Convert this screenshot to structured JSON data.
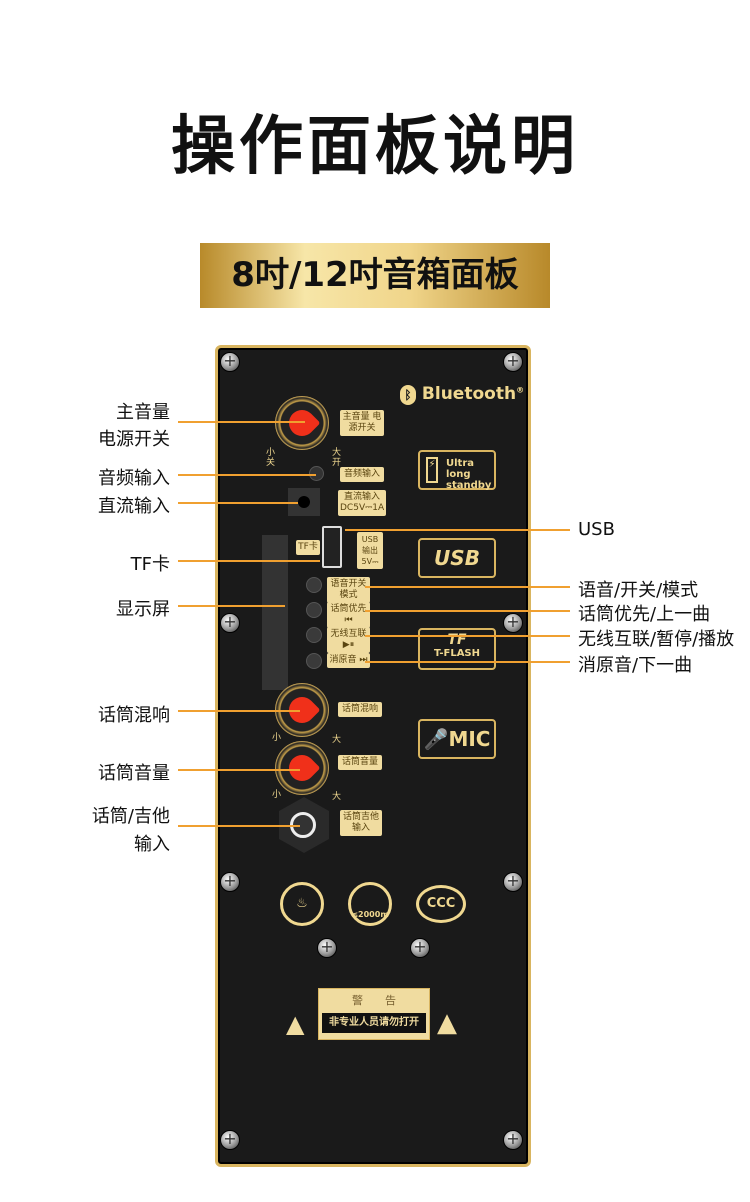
{
  "title": "操作面板说明",
  "subtitle": "8吋/12吋音箱面板",
  "panel": {
    "bluetooth": "Bluetooth",
    "bt_mark": "®",
    "knob_main_tag": "主音量 电源开关",
    "min_off": "小 关",
    "max_on": "大 开",
    "audio_in_tag": "音频输入",
    "dc_in_tag": "直流输入 DC5V⎓1A",
    "tf_tag": "TF卡",
    "usb_out_tag": "USB 输出 5V⎓",
    "btn_mode_tag": "语音开关 模式",
    "btn_prev_tag": "话筒优先 ⏮",
    "btn_play_tag": "无线互联 ▶⏸",
    "btn_next_tag": "消原音 ⏭",
    "standby": "Ultra long standby",
    "usb_logo": "USB",
    "tf_logo": "TF",
    "tf_flash": "T-FLASH",
    "mic_logo": "MIC",
    "reverb_tag": "话筒混响",
    "mic_vol_tag": "话筒音量",
    "mic_in_tag": "话筒吉他 输入",
    "small": "小",
    "big": "大",
    "altitude": "≤2000m",
    "ccc": "CCC",
    "warning_title": "警　　告",
    "warning_text": "非专业人员请勿打开"
  },
  "labels_left": {
    "main_vol_1": "主音量",
    "main_vol_2": "电源开关",
    "audio_in": "音频输入",
    "dc_in": "直流输入",
    "tf": "TF卡",
    "display": "显示屏",
    "reverb": "话筒混响",
    "mic_vol": "话筒音量",
    "mic_in_1": "话筒/吉他",
    "mic_in_2": "输入"
  },
  "labels_right": {
    "usb": "USB",
    "mode": "语音/开关/模式",
    "prev": "话筒优先/上一曲",
    "play": "无线互联/暂停/播放",
    "next": "消原音/下一曲"
  },
  "colors": {
    "accent": "#f0a030",
    "gold": "#d9b560",
    "knob": "#f0301a"
  }
}
